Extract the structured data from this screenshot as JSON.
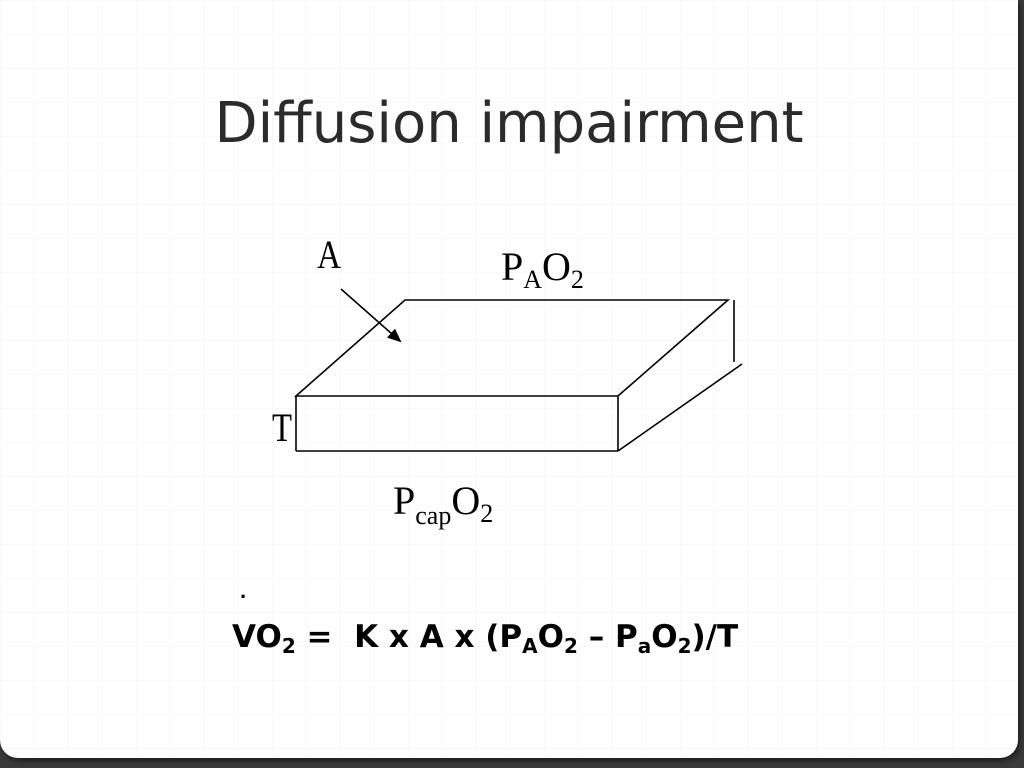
{
  "slide": {
    "title": "Diffusion impairment"
  },
  "diagram": {
    "label_area": "A",
    "label_thickness": "T",
    "top_pressure": {
      "base": "P",
      "sub": "A",
      "gas": "O",
      "gas_sub": "2"
    },
    "bottom_pressure": {
      "base": "P",
      "sub": "cap",
      "gas": "O",
      "gas_sub": "2"
    }
  },
  "equation": {
    "dot": ".",
    "lhs": "VO",
    "lhs_sub": "2",
    "middle": " =  K x A x (P",
    "p1_sub": "A",
    "o1": "O",
    "o1_sub": "2",
    "minus": " – P",
    "p2_sub": "a",
    "o2": "O",
    "o2_sub": "2",
    "tail": ")/T"
  }
}
